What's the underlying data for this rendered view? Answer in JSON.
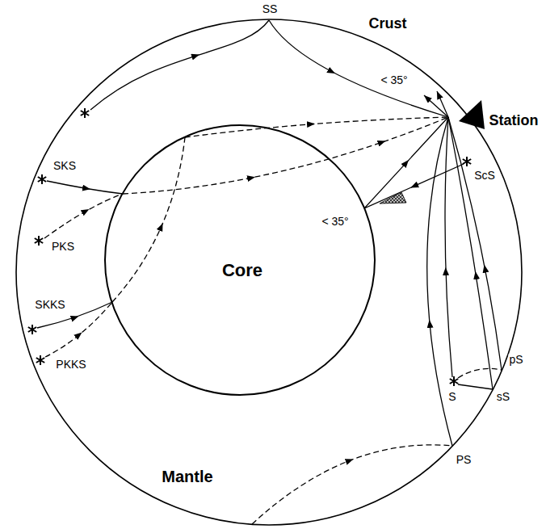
{
  "diagram": {
    "nodes": [
      {
        "text": [
          "Mantle"
        ]
      },
      {
        "text": [
          "Core"
        ],
        "in": 0
      }
    ],
    "labels": [
      "Crust",
      "Station",
      "SS",
      "< 35°",
      "SKS",
      "PKS",
      "ScS",
      "< 35°",
      "SKKS",
      "PKKS",
      "pS",
      "sS",
      "S",
      "PS"
    ]
  }
}
